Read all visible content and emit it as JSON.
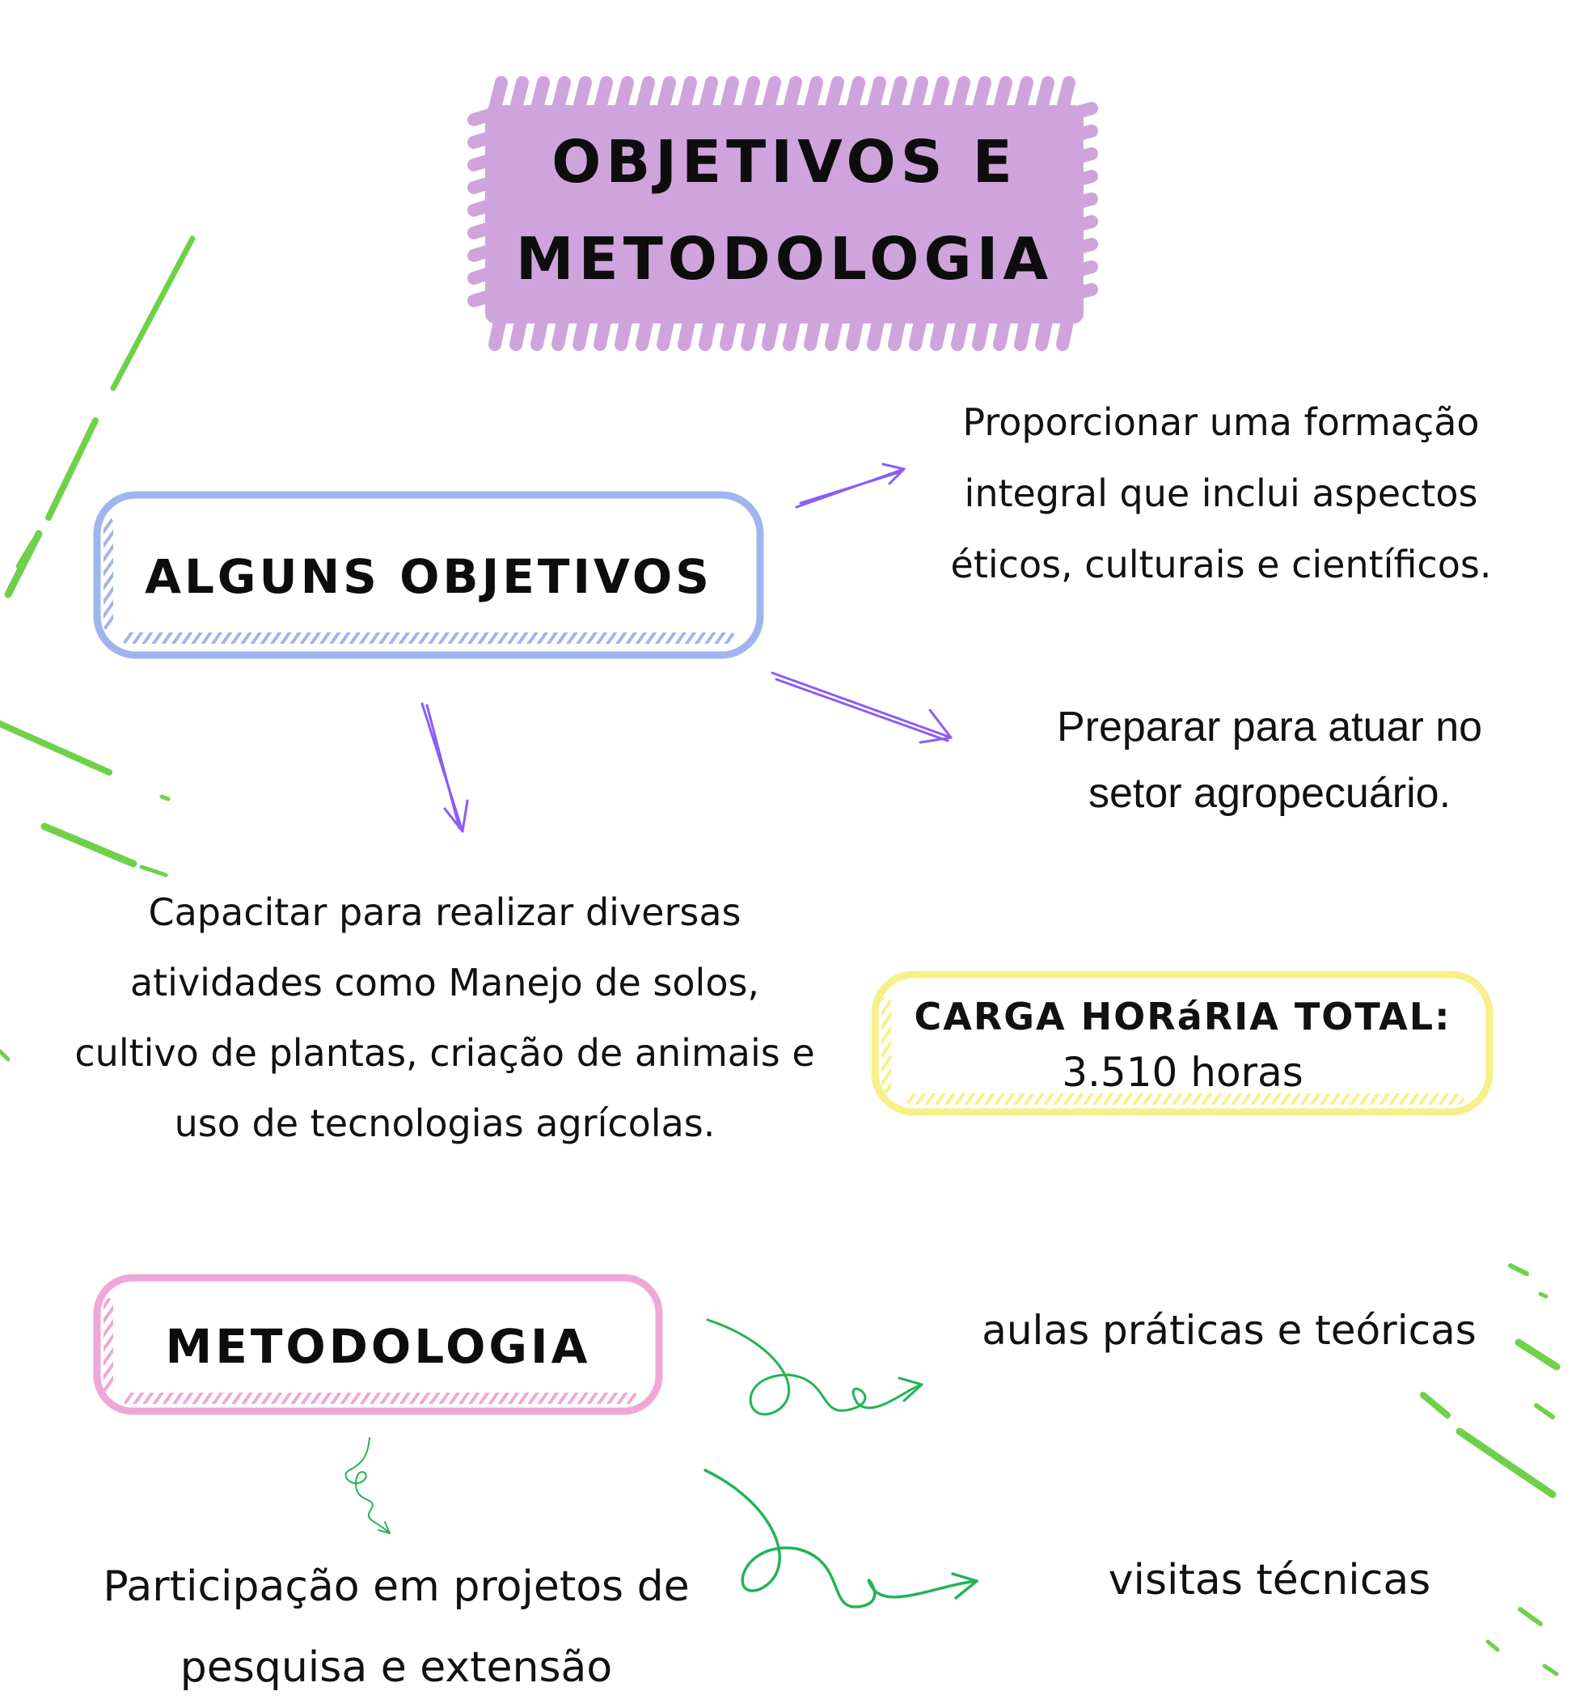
{
  "title": {
    "line1": "OBJETIVOS E",
    "line2": "METODOLOGIA"
  },
  "objetivos": {
    "label": "ALGUNS OBJETIVOS",
    "item_formacao": {
      "line1": "Proporcionar uma formação",
      "line2": "integral que inclui aspectos",
      "line3": "éticos, culturais e científicos."
    },
    "item_preparar": {
      "line1": "Preparar para atuar no",
      "line2": "setor agropecuário."
    },
    "item_capacitar": {
      "line1": "Capacitar para realizar diversas",
      "line2": "atividades como Manejo de solos,",
      "line3": "cultivo de plantas, criação de animais e",
      "line4": "uso de tecnologias agrícolas."
    }
  },
  "carga": {
    "label": "CARGA HORáRIA TOTAL:",
    "value": "3.510 horas"
  },
  "metodologia": {
    "label": "METODOLOGIA",
    "item_aulas": "aulas práticas e teóricas",
    "item_visitas": "visitas técnicas",
    "item_participacao": {
      "line1": "Participação em projetos de",
      "line2": "pesquisa e extensão"
    }
  },
  "colors": {
    "title_bg": "#cfa4dc",
    "objetivos_border": "#9fb5ef",
    "carga_border": "#f7f08a",
    "metodologia_border": "#f0a7d8",
    "arrow_purple": "#8b5cf6",
    "arrow_green": "#22b455",
    "decor_green": "#6fd149"
  }
}
